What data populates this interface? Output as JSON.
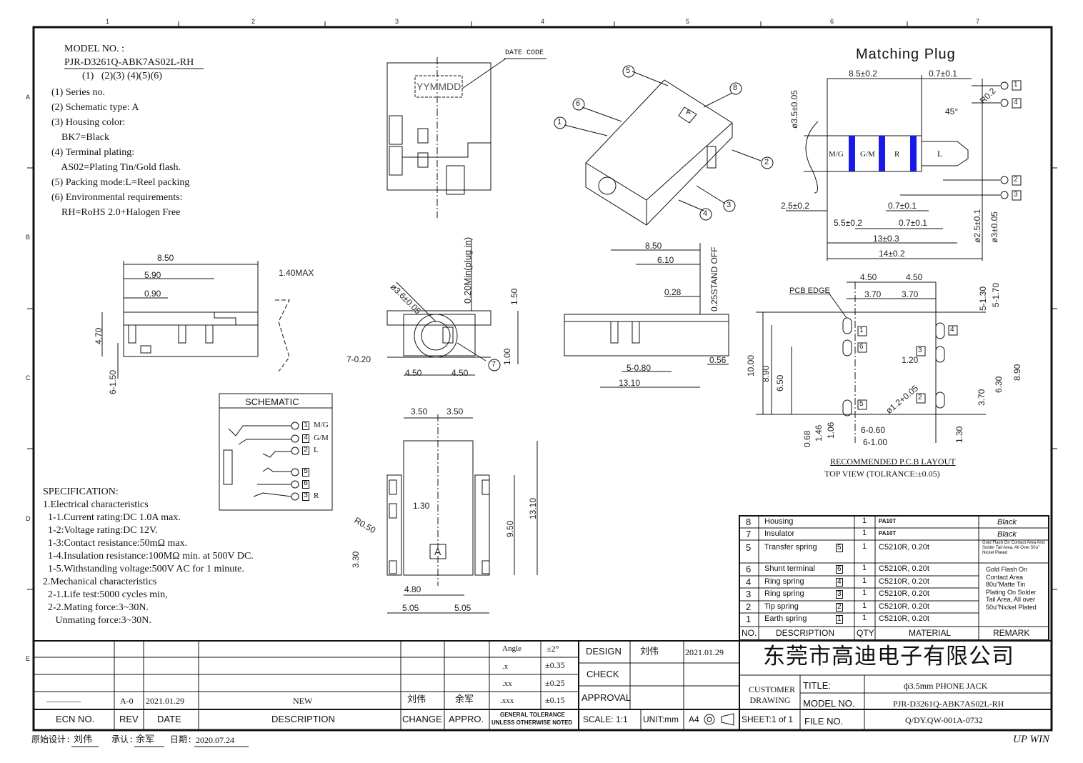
{
  "model_block": {
    "label": "MODEL NO. :",
    "model": "PJR-D3261Q-ABK7AS02L-RH",
    "index_line": "(1)   (2)(3) (4)(5)(6)",
    "items": [
      "(1) Series no.",
      "(2) Schematic type: A",
      "(3) Housing color:",
      "    BK7=Black",
      "(4) Terminal plating:",
      "    AS02=Plating Tin/Gold flash.",
      "(5) Packing mode:L=Reel packing",
      "(6) Environmental requirements:",
      "    RH=RoHS 2.0+Halogen Free"
    ]
  },
  "date_code": {
    "label": "DATE CODE",
    "value": "YYMMDD"
  },
  "matching_plug": {
    "title": "Matching Plug",
    "segments": [
      "M/G",
      "G/M",
      "R",
      "L"
    ],
    "dims": [
      "8.5±0.2",
      "0.7±0.1",
      "ø3.5±0.05",
      "R0.2",
      "45°",
      "2.5±0.2",
      "0.7±0.1",
      "5.5±0.2",
      "0.7±0.1",
      "13±0.3",
      "14±0.2",
      "ø2.5±0.1",
      "ø3±0.05"
    ],
    "pins": [
      "1",
      "4",
      "2",
      "3"
    ]
  },
  "iso_view": {
    "callouts": [
      "5",
      "6",
      "1",
      "8",
      "2",
      "3",
      "4"
    ],
    "mark": "A"
  },
  "side_view": {
    "dims": [
      "8.50",
      "5.90",
      "0.90",
      "1.40MAX",
      "4.70",
      "6-1.50"
    ]
  },
  "front_view": {
    "dims": [
      "ø3.6±0.05",
      "0.20Min(plug in)",
      "1.50",
      "7-0.20",
      "4.50",
      "4.50",
      "1.00"
    ],
    "callout": "7"
  },
  "right_view": {
    "dims": [
      "8.50",
      "6.10",
      "0.28",
      "0.25STAND OFF",
      "5-0.80",
      "0.56",
      "13.10"
    ]
  },
  "pcb_layout": {
    "dims": [
      "4.50",
      "4.50",
      "3.70",
      "3.70",
      "PCB EDGE",
      "5-1.30",
      "5-1.70",
      "10.00",
      "8.90",
      "6.50",
      "1.20",
      "ø1.2+0.05",
      "6.30",
      "3.70",
      "8.90",
      "0.68",
      "1.46",
      "1.06",
      "6-0.60",
      "6-1.00",
      "1.30"
    ],
    "pins": [
      "1",
      "6",
      "4",
      "3",
      "2",
      "5"
    ],
    "caption": "RECOMMENDED P.C.B LAYOUT",
    "subcaption": "TOP VIEW (TOLRANCE:±0.05)"
  },
  "schematic": {
    "title": "SCHEMATIC",
    "pins": [
      {
        "no": "1",
        "label": "M/G"
      },
      {
        "no": "4",
        "label": "G/M"
      },
      {
        "no": "2",
        "label": "L"
      },
      {
        "no": "5",
        "label": ""
      },
      {
        "no": "6",
        "label": ""
      },
      {
        "no": "3",
        "label": "R"
      }
    ]
  },
  "bottom_view": {
    "dims": [
      "3.50",
      "3.50",
      "1.30",
      "R0.50",
      "9.50",
      "13.10",
      "3.30",
      "4.80",
      "5.05",
      "5.05"
    ],
    "mark": "A"
  },
  "specification": [
    "SPECIFICATION:",
    "1.Electrical characteristics",
    "  1-1.Current rating:DC 1.0A max.",
    "  1-2:Voltage rating:DC 12V.",
    "  1-3:Contact resistance:50mΩ max.",
    "  1-4.Insulation resistance:100MΩ min. at 500V DC.",
    "  1-5.Withstanding voltage:500V AC for 1 minute.",
    "2.Mechanical characteristics",
    "  2-1.Life test:5000 cycles min,",
    "  2-2.Mating force:3~30N.",
    "     Unmating force:3~30N."
  ],
  "bom": {
    "headers": [
      "NO.",
      "DESCRIPTION",
      "QTY",
      "MATERIAL",
      "REMARK"
    ],
    "rows": [
      {
        "no": "8",
        "desc": "Housing",
        "pin": "",
        "qty": "1",
        "material": "PA10T",
        "remark": "Black"
      },
      {
        "no": "7",
        "desc": "Insulator",
        "pin": "",
        "qty": "1",
        "material": "PA10T",
        "remark": "Black"
      },
      {
        "no": "5",
        "desc": "Transfer spring",
        "pin": "5",
        "qty": "1",
        "material": "C5210R, 0.20t",
        "remark": "Gold Flash On Contact Area And Solder Tail Area, All Over 50u\" Nickel Plated"
      },
      {
        "no": "6",
        "desc": "Shunt terminal",
        "pin": "6",
        "qty": "1",
        "material": "C5210R, 0.20t",
        "remark": ""
      },
      {
        "no": "4",
        "desc": "Ring spring",
        "pin": "4",
        "qty": "1",
        "material": "C5210R, 0.20t",
        "remark": ""
      },
      {
        "no": "3",
        "desc": "Ring spring",
        "pin": "3",
        "qty": "1",
        "material": "C5210R, 0.20t",
        "remark": ""
      },
      {
        "no": "2",
        "desc": "Tip spring",
        "pin": "2",
        "qty": "1",
        "material": "C5210R, 0.20t",
        "remark": ""
      },
      {
        "no": "1",
        "desc": "Earth spring",
        "pin": "1",
        "qty": "1",
        "material": "C5210R, 0.20t",
        "remark": ""
      }
    ],
    "shared_remark": "Gold Flash On Contact Area 80u\"Matte Tin Plating On Solder Tail Area, All over 50u\"Nickel Plated"
  },
  "revision": {
    "headers": [
      "ECN NO.",
      "REV",
      "DATE",
      "DESCRIPTION",
      "CHANGE",
      "APPRO."
    ],
    "row": {
      "ecn": "————",
      "rev": "A-0",
      "date": "2021.01.29",
      "desc": "NEW",
      "change": "刘伟",
      "appro": "余军"
    }
  },
  "tolerance": {
    "rows": [
      [
        "Angle",
        "±2°"
      ],
      [
        ".x",
        "±0.35"
      ],
      [
        ".xx",
        "±0.25"
      ],
      [
        ".xxx",
        "±0.15"
      ]
    ],
    "label_line1": "GENERAL TOLERANCE",
    "label_line2": "UNLESS OTHERWISE NOTED"
  },
  "signoff": {
    "design": "DESIGN",
    "designer": "刘伟",
    "design_date": "2021.01.29",
    "check": "CHECK",
    "approval": "APPROVAL",
    "scale": "SCALE: 1:1",
    "unit": "UNIT:mm",
    "paper": "A4"
  },
  "title_block": {
    "company": "东莞市高迪电子有限公司",
    "customer_drawing": "CUSTOMER DRAWING",
    "title_label": "TITLE:",
    "title": "ф3.5mm PHONE JACK",
    "model_label": "MODEL NO.",
    "model": "PJR-D3261Q-ABK7AS02L-RH",
    "sheet": "SHEET:1 of 1",
    "file_label": "FILE NO.",
    "file": "Q/DY.QW-001A-0732"
  },
  "footer": {
    "orig_label": "原始设计:",
    "orig": "刘伟",
    "approve_label": "承认:",
    "approve": "余军",
    "date_label": "日期:",
    "date": "2020.07.24",
    "brand": "UP WIN"
  },
  "frame": {
    "cols": [
      "1",
      "2",
      "3",
      "4",
      "5",
      "6",
      "7"
    ],
    "rows": [
      "A",
      "B",
      "C",
      "D",
      "E"
    ]
  },
  "colors": {
    "ink": "#111111",
    "plug_band": "#1a1ae6"
  }
}
